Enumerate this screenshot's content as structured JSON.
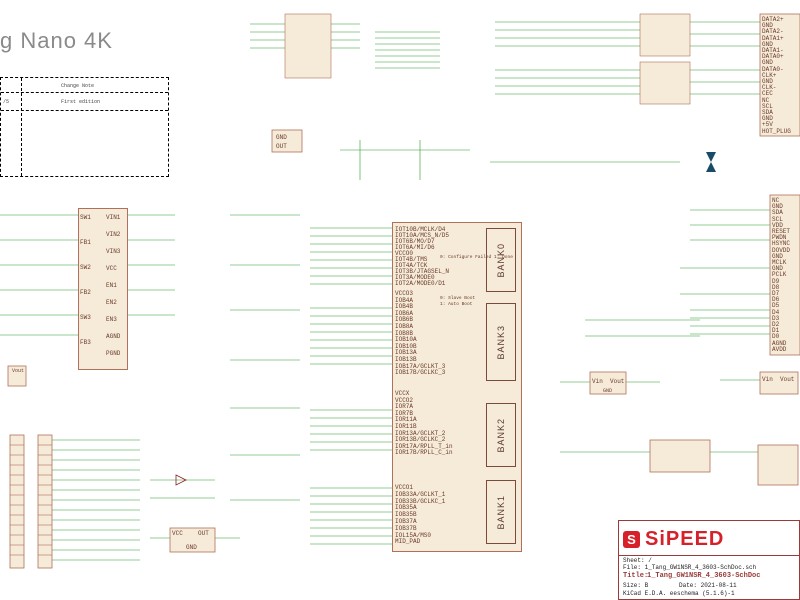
{
  "header": {
    "title": "g Nano 4K"
  },
  "revision_table": {
    "col_header": "Change Note",
    "row1_prefix": "/5",
    "row1_note": "First edition"
  },
  "fpga": {
    "top_pins": [
      "IOT10B/MCLK/D4",
      "IOT10A/MCS_N/D5",
      "IOT6B/MO/D7",
      "IOT6A/MI/D6",
      "VCCO0",
      "IOT4B/TMS",
      "IOT4A/TCK",
      "IOT3B/JTAGSEL_N",
      "IOT3A/MODE0",
      "IOT2A/MODE0/D1"
    ],
    "mid_pins": [
      "VCCO3",
      "IOB4A",
      "IOB4B",
      "IOB6A",
      "IOB6B",
      "IOB8A",
      "IOB8B",
      "IOB10A",
      "IOB10B",
      "IOB13A",
      "IOB13B",
      "IOB17A/GCLKT_3",
      "IOB17B/GCLKC_3"
    ],
    "low_pins": [
      "VCCX",
      "VCCO2",
      "IOR7A",
      "IOR7B",
      "IOR11A",
      "IOR11B",
      "IOR13A/GCLKT_2",
      "IOR13B/GCLKC_2",
      "IOR17A/RPLL_T_in",
      "IOR17B/RPLL_C_in"
    ],
    "bot_pins": [
      "VCCO1",
      "IOB33A/GCLKT_1",
      "IOB33B/GCLKC_1",
      "IOB35A",
      "IOB35B",
      "IOB37A",
      "IOB37B",
      "IOL15A/MS0",
      "MID_PAD"
    ],
    "banks": [
      "BANK0",
      "BANK3",
      "BANK2",
      "BANK1"
    ],
    "notes": [
      "0: Configure Failed 1: Done",
      "0: Slave Boot",
      "1: Auto Boot"
    ]
  },
  "regulator_left": {
    "pins": [
      "SW1",
      "FB1",
      "SW2",
      "FB2",
      "SW3",
      "FB3",
      "VIN1",
      "VIN2",
      "VIN3",
      "VCC",
      "EN1",
      "EN2",
      "EN3",
      "AGND",
      "PGND"
    ]
  },
  "hdmi_connector": {
    "pins": [
      "DATA2+",
      "GND",
      "DATA2-",
      "DATA1+",
      "GND",
      "DATA1-",
      "DATA0+",
      "GND",
      "DATA0-",
      "CLK+",
      "GND",
      "CLK-",
      "CEC",
      "NC",
      "SCL",
      "SDA",
      "GND",
      "+5V",
      "HOT_PLUG"
    ]
  },
  "camera_connector": {
    "pins": [
      "NC",
      "GND",
      "SDA",
      "SCL",
      "VDD",
      "RESET",
      "PWDN",
      "HSYNC",
      "DOVDD",
      "GND",
      "MCLK",
      "GND",
      "PCLK",
      "D9",
      "D8",
      "D7",
      "D6",
      "D5",
      "D4",
      "D3",
      "D2",
      "D1",
      "D0",
      "AGND",
      "AVDD"
    ]
  },
  "ldo_vin_vout": {
    "vin": "Vin",
    "vout": "Vout",
    "gnd": "GND"
  },
  "ldo_vcc_out": {
    "vcc": "VCC",
    "out": "OUT",
    "gnd": "GND"
  },
  "tb": {
    "sheet": "Sheet: /",
    "file": "File: 1_Tang_GW1NSR_4_3603-SchDoc.sch",
    "title_label": "Title:",
    "title": "1_Tang_GW1NSR_4_3603-SchDoc",
    "size": "Size: B",
    "date": "Date: 2021-08-11",
    "kicad": "KiCad E.D.A.  eeschema (5.1.6)-1",
    "logo": "SiPEED"
  }
}
